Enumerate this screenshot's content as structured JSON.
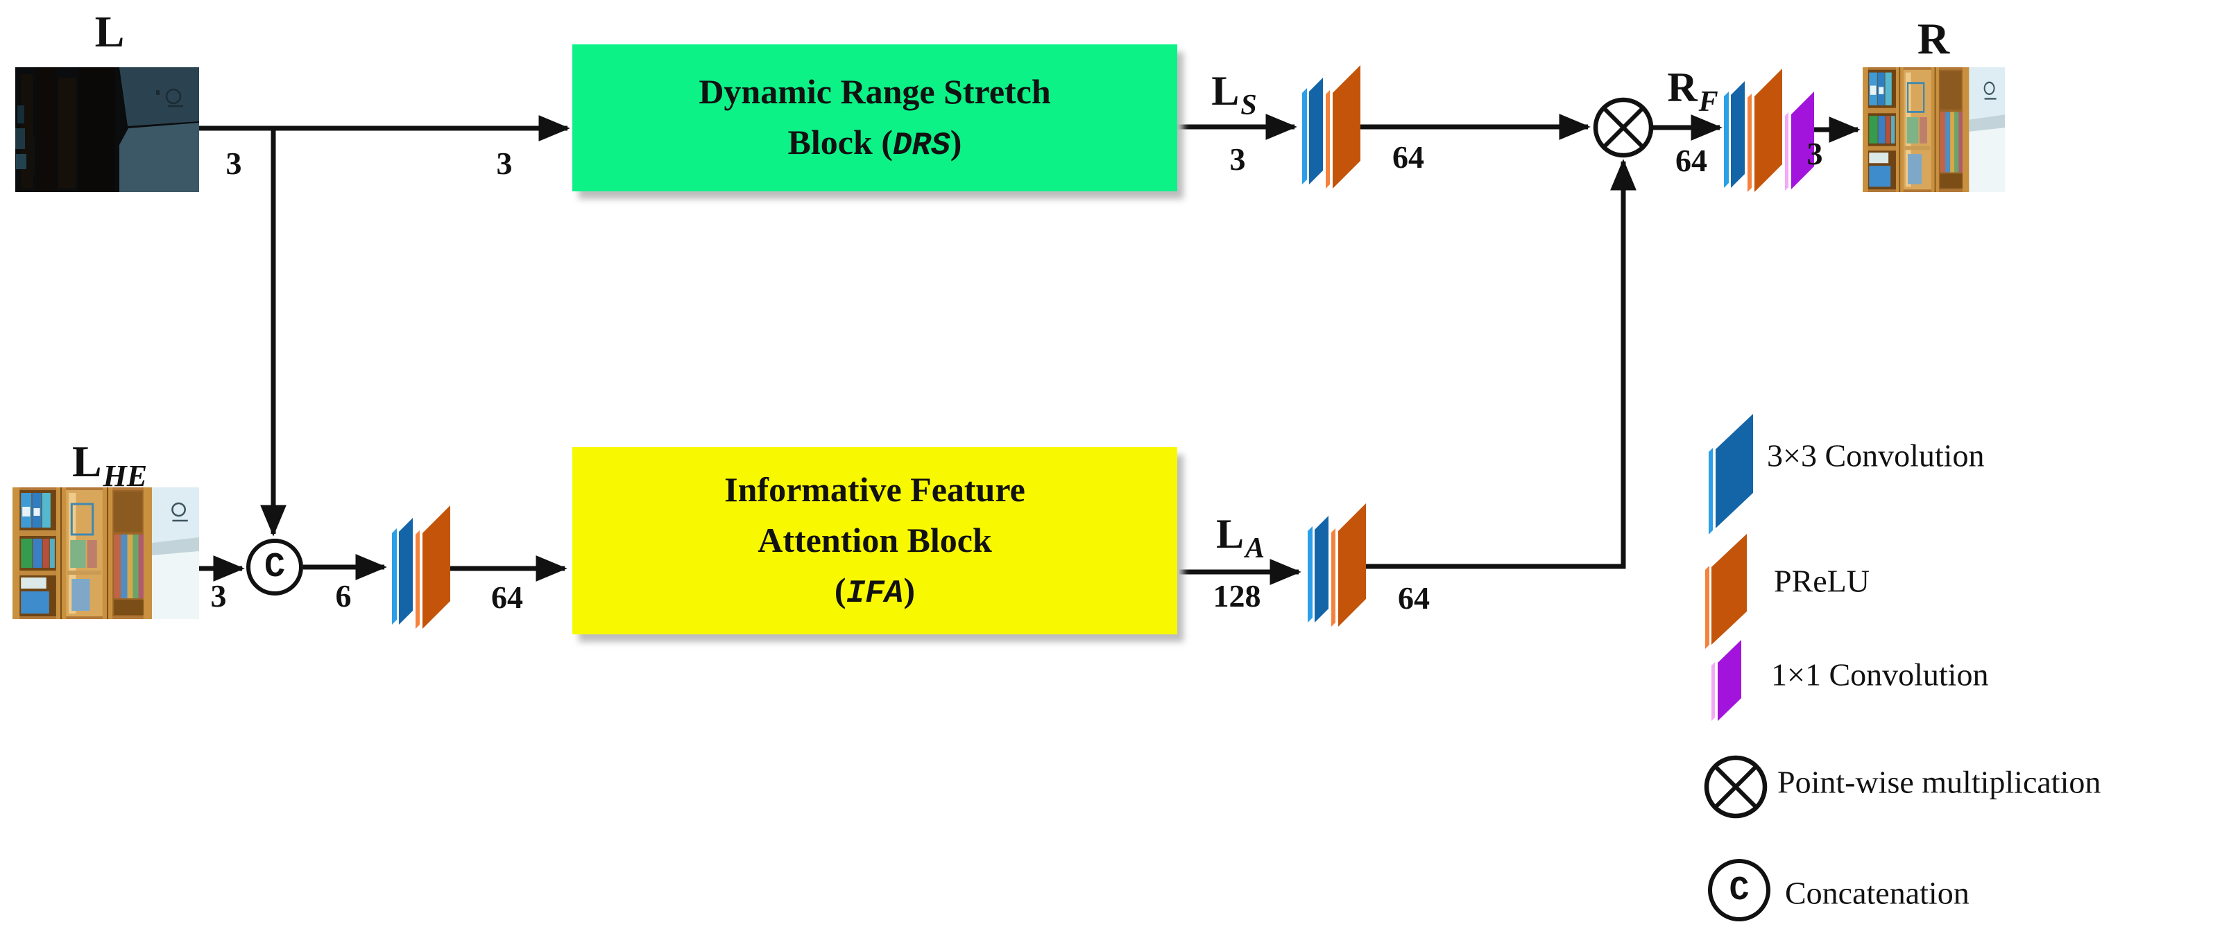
{
  "figure": {
    "type": "neural-network-architecture-diagram",
    "background": "#ffffff"
  },
  "io_labels": {
    "input": "L",
    "input_he_base": "L",
    "input_he_sub": "HE",
    "output": "R"
  },
  "signal_labels": {
    "ls_base": "L",
    "ls_sub": "S",
    "la_base": "L",
    "la_sub": "A",
    "rf_base": "R",
    "rf_sub": "F"
  },
  "blocks": {
    "drs": {
      "line1": "Dynamic Range  Stretch",
      "line2_pre": "Block (",
      "line2_code": "DRS",
      "line2_post": ")",
      "fill": "#0df287"
    },
    "ifa": {
      "line1": "Informative  Feature",
      "line2": "Attention Block",
      "line3_pre": "(",
      "line3_code": "IFA",
      "line3_post": ")",
      "fill": "#f8f800"
    }
  },
  "channels": {
    "input": "3",
    "drs_in": "3",
    "ls": "3",
    "conv_top_out": "64",
    "rf": "64",
    "output": "3",
    "input_he": "3",
    "concat_out": "6",
    "conv_bottom_out": "64",
    "la": "128",
    "conv_bottom2_out": "64"
  },
  "nodes": {
    "concat_symbol": "C",
    "multiply_icon": "circled-times"
  },
  "legend": {
    "concat_symbol": "C",
    "items": [
      {
        "icon": "conv3x3-sheet-icon",
        "label": "3×3 Convolution",
        "color": "#1465a8"
      },
      {
        "icon": "prelu-sheet-icon",
        "label": "PReLU",
        "color": "#c3540a"
      },
      {
        "icon": "conv1x1-sheet-icon",
        "label": "1×1 Convolution",
        "color": "#a214dc"
      },
      {
        "icon": "pointwise-multiplication-icon",
        "label": "Point-wise multiplication",
        "color": "#111111"
      },
      {
        "icon": "concatenation-icon",
        "label": "Concatenation",
        "color": "#111111"
      }
    ]
  },
  "colors": {
    "drs_block": "#0df287",
    "ifa_block": "#f8f800",
    "conv3x3": "#1465a8",
    "conv3x3_light": "#2b9fe8",
    "prelu": "#c3540a",
    "prelu_light": "#f5823c",
    "conv1x1": "#a214dc",
    "conv1x1_light": "#f2a9f7",
    "line": "#111111"
  }
}
